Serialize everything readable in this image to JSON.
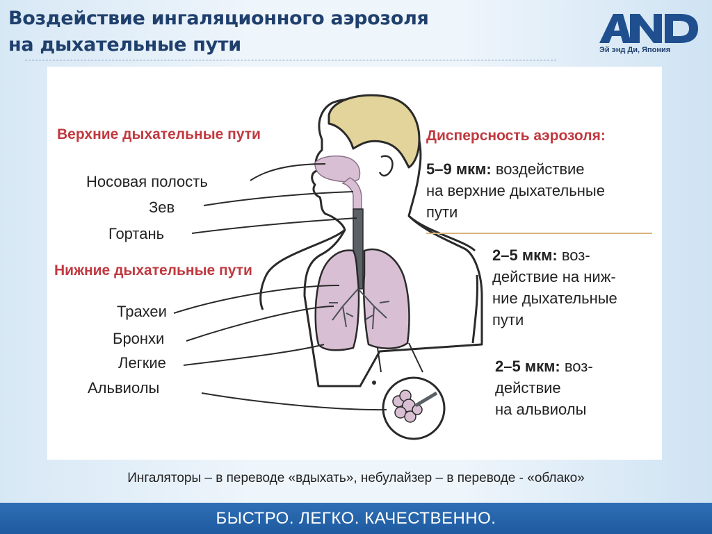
{
  "title": {
    "line1": "Воздействие ингаляционного аэрозоля",
    "line2": "на дыхательные пути"
  },
  "logo": {
    "mark": "AND",
    "subtitle": "Эй энд Ди, Япония",
    "color": "#1f4f8f"
  },
  "diagram": {
    "upper_heading": "Верхние дыхательные пути",
    "upper_items": [
      "Носовая полость",
      "Зев",
      "Гортань"
    ],
    "lower_heading": "Нижние дыхательные пути",
    "lower_items": [
      "Трахеи",
      "Бронхи",
      "Легкие",
      "Альвиолы"
    ],
    "dispersion_heading": "Дисперсность аэрозоля:",
    "dispersion": [
      {
        "size": "5–9 мкм:",
        "lines": [
          "воздействие",
          "на верхние дыхательные",
          "пути"
        ]
      },
      {
        "size": "2–5 мкм:",
        "lines": [
          "воз-",
          "действие на ниж-",
          "ние дыхательные",
          "пути"
        ]
      },
      {
        "size": "2–5 мкм:",
        "lines": [
          "воз-",
          "действие",
          "на альвиолы"
        ]
      }
    ]
  },
  "note": "Ингаляторы – в переводе «вдыхать», небулайзер – в переводе - «облако»",
  "footer": "БЫСТРО. ЛЕГКО. КАЧЕСТВЕННО.",
  "colors": {
    "title": "#1f3f6d",
    "heading_red": "#c0393f",
    "footer_bar": "#2568b0",
    "skin_outline": "#2a2a2a",
    "hair": "#e2d49a",
    "lungs": "#d9bfd3"
  }
}
